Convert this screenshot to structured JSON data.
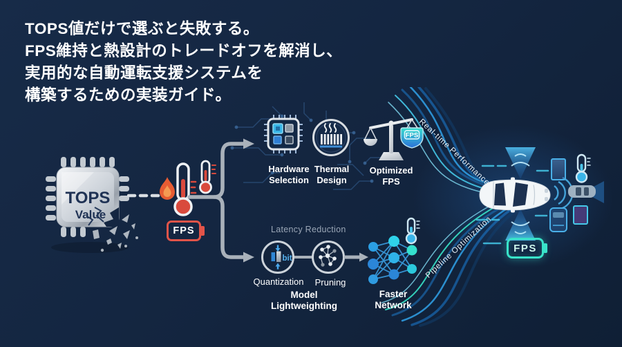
{
  "header": {
    "lines": [
      "TOPS値だけで選ぶと失敗する。",
      "FPS維持と熱設計のトレードオフを解消し、",
      "実用的な自動運転支援システムを",
      "構築するための実装ガイド。"
    ]
  },
  "tops_chip": {
    "title": "TOPS",
    "subtitle": "Value"
  },
  "thermal_problem": {
    "fps_badge": "FPS"
  },
  "hardware_path": {
    "hardware_selection": {
      "line1": "Hardware",
      "line2": "Selection"
    },
    "thermal_design": {
      "line1": "Thermal",
      "line2": "Design"
    },
    "optimized_fps": {
      "line1": "Optimized",
      "line2": "FPS",
      "shield_label": "FPS"
    }
  },
  "software_path": {
    "stage_note": "Latency Reduction",
    "quantization": {
      "label": "Quantization",
      "bit_label": "bit"
    },
    "pruning": {
      "label": "Pruning"
    },
    "group_label": "Model Lightweighting",
    "faster_network": {
      "line1": "Faster",
      "line2": "Network"
    }
  },
  "result": {
    "real_time_performance": "Real-time Performance",
    "pipeline_optimization": "Pipeline Optimization",
    "fps_badge": "FPS"
  },
  "colors": {
    "background": "#142641",
    "alert_red": "#e25449",
    "accent_cyan": "#39e3c9",
    "accent_blue": "#2f9be0",
    "silver": "#d6dbe0",
    "muted_text": "#9aa6b6"
  }
}
